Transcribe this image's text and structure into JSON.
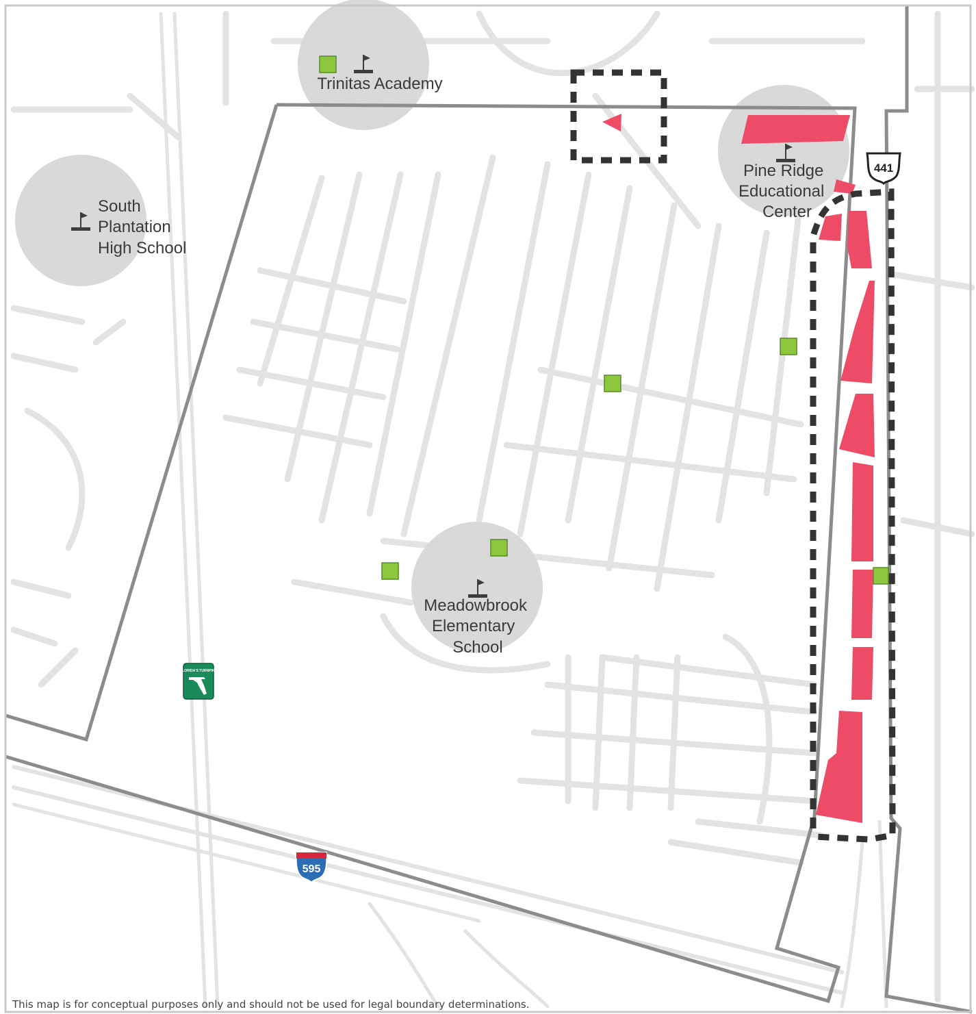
{
  "schools": [
    {
      "id": "trinitas",
      "lines": [
        "Trinitas Academy"
      ]
    },
    {
      "id": "south-plantation",
      "lines": [
        "South",
        "Plantation",
        "High School"
      ]
    },
    {
      "id": "pine-ridge",
      "lines": [
        "Pine Ridge",
        "Educational",
        "Center"
      ]
    },
    {
      "id": "meadowbrook",
      "lines": [
        "Meadowbrook",
        "Elementary",
        "School"
      ]
    }
  ],
  "highway_shields": {
    "us_route": "441",
    "interstate": "595",
    "turnpike": "FLORIDA'S TURNPIKE"
  },
  "disclaimer": "This map is for conceptual purposes only and should not be used for legal boundary determinations.",
  "colors": {
    "street": "#e1e1e1",
    "boundary": "#8c8c8c",
    "school_buffer": "#d9d9d9",
    "redevelopment_parcel": "#ee4b66",
    "park_marker": "#8dc63f",
    "dashed_outline": "#333333",
    "interstate_blue": "#2d6db5",
    "interstate_red": "#d7263d",
    "turnpike_green": "#1a8a5a"
  }
}
